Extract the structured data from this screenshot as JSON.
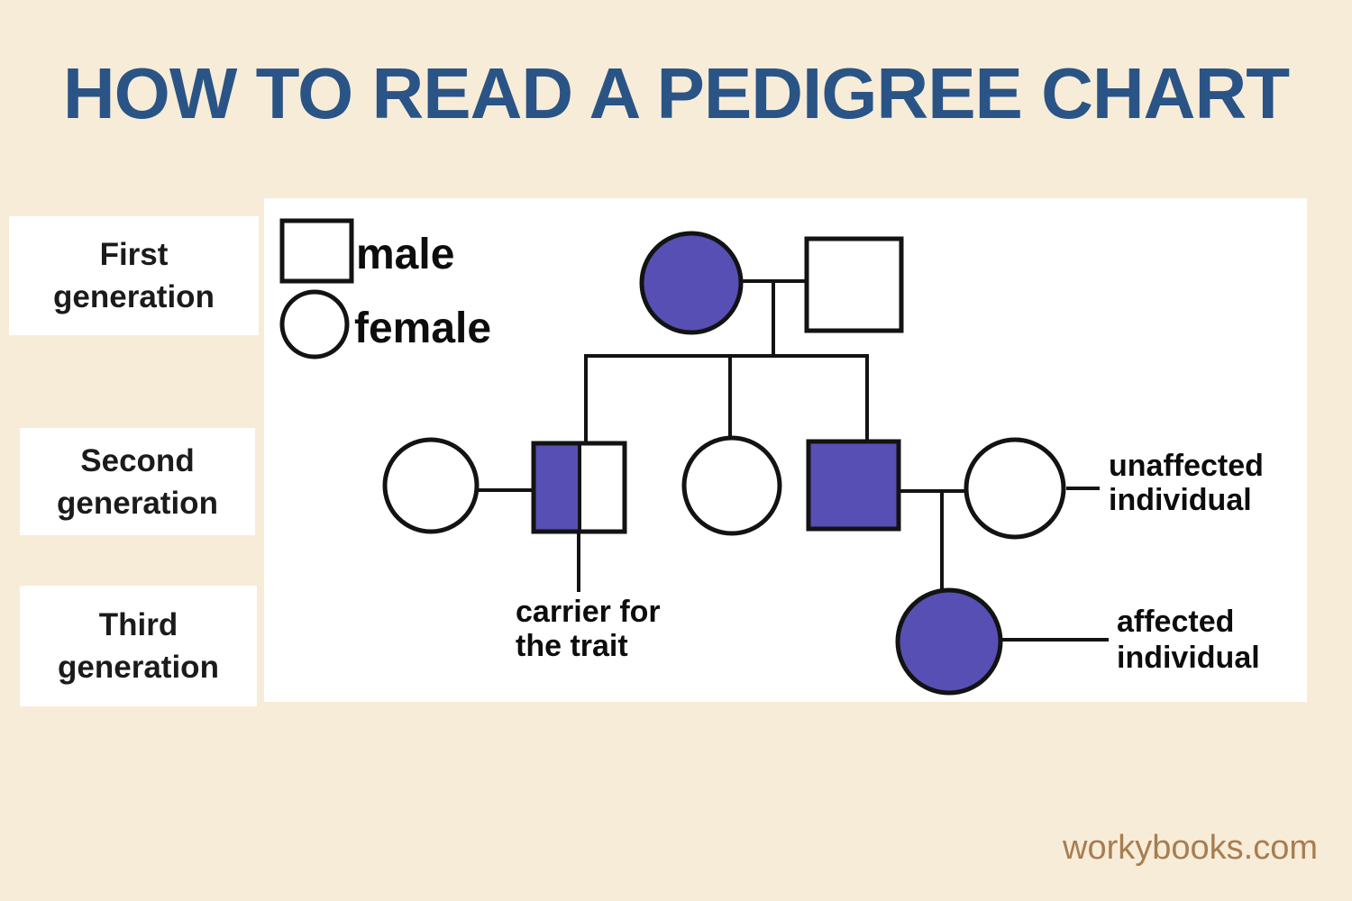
{
  "title": "HOW TO READ A PEDIGREE CHART",
  "colors": {
    "background": "#f7ecd8",
    "panel": "#ffffff",
    "title": "#2a5485",
    "affected_fill": "#574fb4",
    "unaffected_fill": "#ffffff",
    "outline": "#131313",
    "watermark": "#a87d50"
  },
  "generation_labels": [
    {
      "line1": "First",
      "line2": "generation"
    },
    {
      "line1": "Second",
      "line2": "generation"
    },
    {
      "line1": "Third",
      "line2": "generation"
    }
  ],
  "legend": {
    "male_label": "male",
    "female_label": "female"
  },
  "annotations": {
    "carrier_line1": "carrier for",
    "carrier_line2": "the trait",
    "unaffected_line1": "unaffected",
    "unaffected_line2": "individual",
    "affected_line1": "affected",
    "affected_line2": "individual"
  },
  "pedigree": {
    "generation_1": [
      {
        "sex": "female",
        "status": "affected"
      },
      {
        "sex": "male",
        "status": "unaffected"
      }
    ],
    "generation_2": [
      {
        "sex": "female",
        "status": "unaffected",
        "role": "married-in spouse"
      },
      {
        "sex": "male",
        "status": "carrier",
        "note": "half-filled square"
      },
      {
        "sex": "female",
        "status": "unaffected"
      },
      {
        "sex": "male",
        "status": "affected"
      },
      {
        "sex": "female",
        "status": "unaffected",
        "role": "married-in spouse"
      }
    ],
    "generation_3": [
      {
        "sex": "female",
        "status": "affected"
      }
    ]
  },
  "watermark": "workybooks.com"
}
